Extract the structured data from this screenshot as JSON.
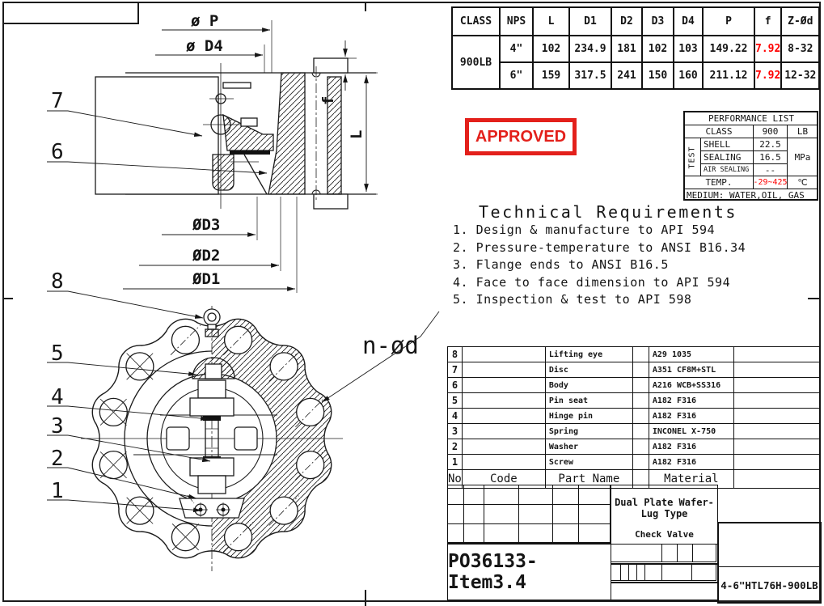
{
  "dimension_table": {
    "headers": [
      "CLASS",
      "NPS",
      "L",
      "D1",
      "D2",
      "D3",
      "D4",
      "P",
      "f",
      "Z-Ød"
    ],
    "class_label": "900LB",
    "rows": [
      {
        "nps": "4\"",
        "l": "102",
        "d1": "234.9",
        "d2": "181",
        "d3": "102",
        "d4": "103",
        "p": "149.22",
        "f": "7.92",
        "z_od": "8-32"
      },
      {
        "nps": "6\"",
        "l": "159",
        "d1": "317.5",
        "d2": "241",
        "d3": "150",
        "d4": "160",
        "p": "211.12",
        "f": "7.92",
        "z_od": "12-32"
      }
    ]
  },
  "approved_stamp": {
    "label": "APPROVED"
  },
  "performance_list": {
    "title": "PERFORMANCE LIST",
    "class_row": {
      "label": "CLASS",
      "value": "900",
      "unit": "LB"
    },
    "test_label": "TEST",
    "shell": {
      "label": "SHELL",
      "value": "22.5"
    },
    "sealing": {
      "label": "SEALING",
      "value": "16.5"
    },
    "air_sealing": {
      "label": "AIR SEALING",
      "value": "--"
    },
    "pressure_unit": "MPa",
    "temp_row": {
      "label": "TEMP.",
      "value": "-29~425",
      "unit": "℃"
    },
    "medium_row": "MEDIUM: WATER,OIL, GAS"
  },
  "technical_requirements": {
    "title": "Technical Requirements",
    "items": [
      "1. Design & manufacture to API 594",
      "2. Pressure-temperature to ANSI B16.34",
      "3. Flange ends to ANSI B16.5",
      "4. Face to face dimension to API 594",
      "5. Inspection & test to API 598"
    ]
  },
  "parts_list": {
    "headers": {
      "no": "No",
      "code": "Code",
      "part_name": "Part Name",
      "material": "Material"
    },
    "rows": [
      {
        "no": "8",
        "part_name": "Lifting eye",
        "material": "A29  1035"
      },
      {
        "no": "7",
        "part_name": "Disc",
        "material": "A351 CF8M+STL"
      },
      {
        "no": "6",
        "part_name": "Body",
        "material": "A216 WCB+SS316"
      },
      {
        "no": "5",
        "part_name": "Pin seat",
        "material": "A182 F316"
      },
      {
        "no": "4",
        "part_name": "Hinge pin",
        "material": "A182 F316"
      },
      {
        "no": "3",
        "part_name": "Spring",
        "material": "INCONEL X-750"
      },
      {
        "no": "2",
        "part_name": "Washer",
        "material": "A182 F316"
      },
      {
        "no": "1",
        "part_name": "Screw",
        "material": "A182 F316"
      }
    ]
  },
  "title_block": {
    "drawing_no": "PO36133-Item3.4",
    "title_line1": "Dual Plate Wafer-Lug Type",
    "title_line2": "Check Valve",
    "model": "4-6\"HTL76H-900LB"
  },
  "drawing_labels": {
    "section_view": {
      "p": "ø P",
      "d4": "ø D4",
      "f": "f",
      "l": "L",
      "d3": "ØD3",
      "d2": "ØD2",
      "d1": "ØD1",
      "balloon_7": "7",
      "balloon_6": "6",
      "balloon_8": "8"
    },
    "front_view": {
      "balloon_5": "5",
      "balloon_4": "4",
      "balloon_3": "3",
      "balloon_2": "2",
      "balloon_1": "1",
      "bolt_note": "n-ød"
    }
  },
  "colors": {
    "stamp_red": "#e3201b",
    "value_red": "#ff0000",
    "line": "#1b1b1b"
  }
}
